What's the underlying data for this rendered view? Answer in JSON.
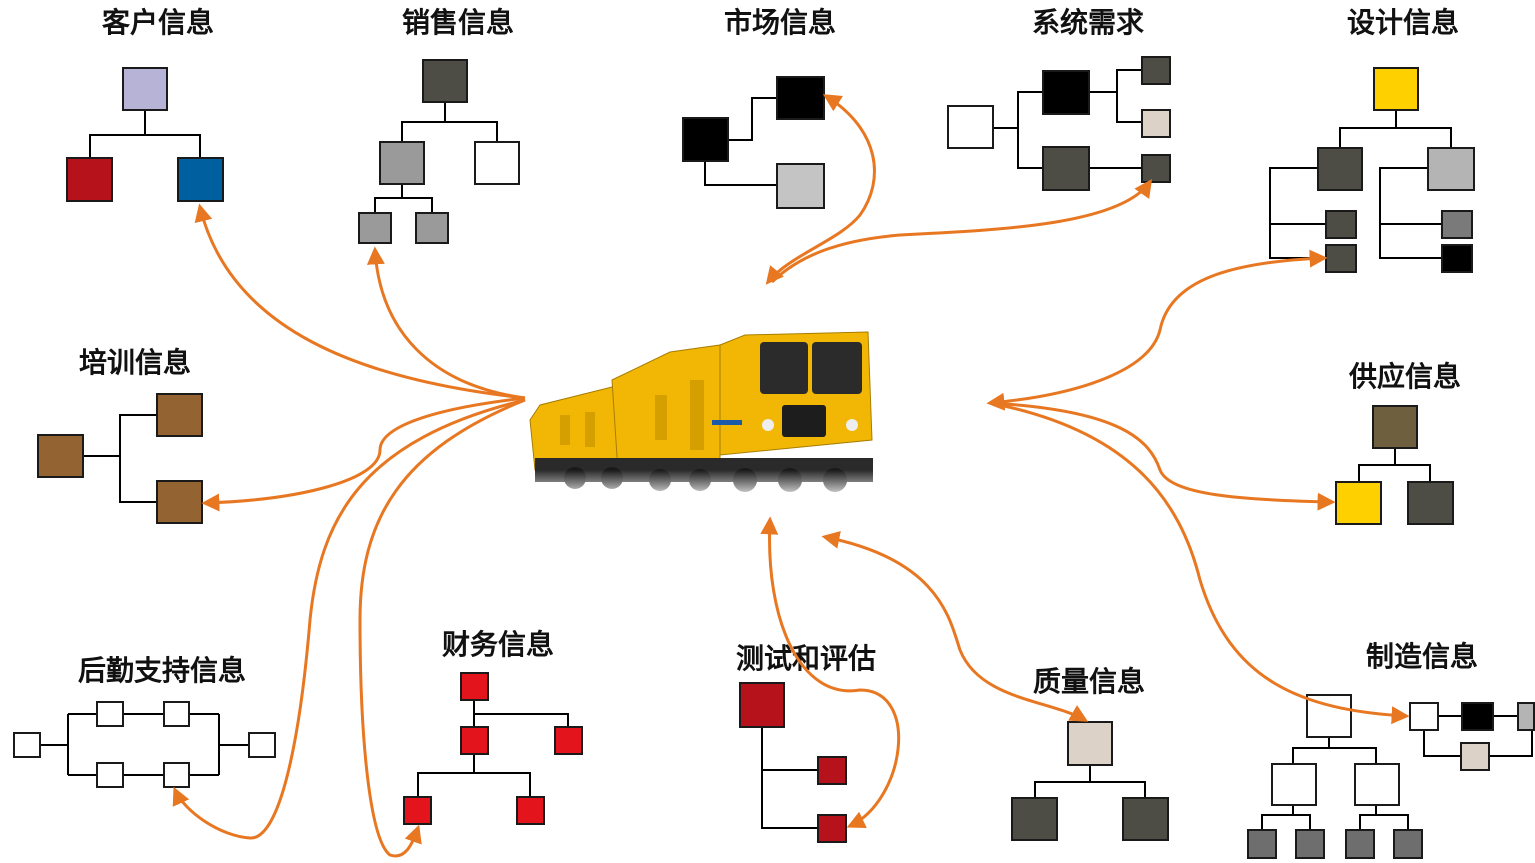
{
  "diagram": {
    "center": {
      "icon": "train-icon"
    },
    "nodes": [
      {
        "id": "customer",
        "label": "客户信息"
      },
      {
        "id": "sales",
        "label": "销售信息"
      },
      {
        "id": "market",
        "label": "市场信息"
      },
      {
        "id": "system",
        "label": "系统需求"
      },
      {
        "id": "design",
        "label": "设计信息"
      },
      {
        "id": "training",
        "label": "培训信息"
      },
      {
        "id": "supply",
        "label": "供应信息"
      },
      {
        "id": "logistics",
        "label": "后勤支持信息"
      },
      {
        "id": "finance",
        "label": "财务信息"
      },
      {
        "id": "testing",
        "label": "测试和评估"
      },
      {
        "id": "quality",
        "label": "质量信息"
      },
      {
        "id": "manufacturing",
        "label": "制造信息"
      }
    ],
    "colors": {
      "arrow": "#E87722",
      "lavender": "#B7B3D6",
      "red": "#B5121B",
      "blue": "#005F9E",
      "dark_gray": "#4D4D45",
      "mid_gray": "#9A9A9A",
      "light_gray": "#C4C4C4",
      "black": "#000000",
      "beige": "#DDD2C8",
      "yellow": "#FFD000",
      "brown": "#946332",
      "olive": "#6E5F3E",
      "bright_red": "#E3141C",
      "steel_gray": "#7A7A7A",
      "train_yellow": "#F2B705"
    }
  }
}
